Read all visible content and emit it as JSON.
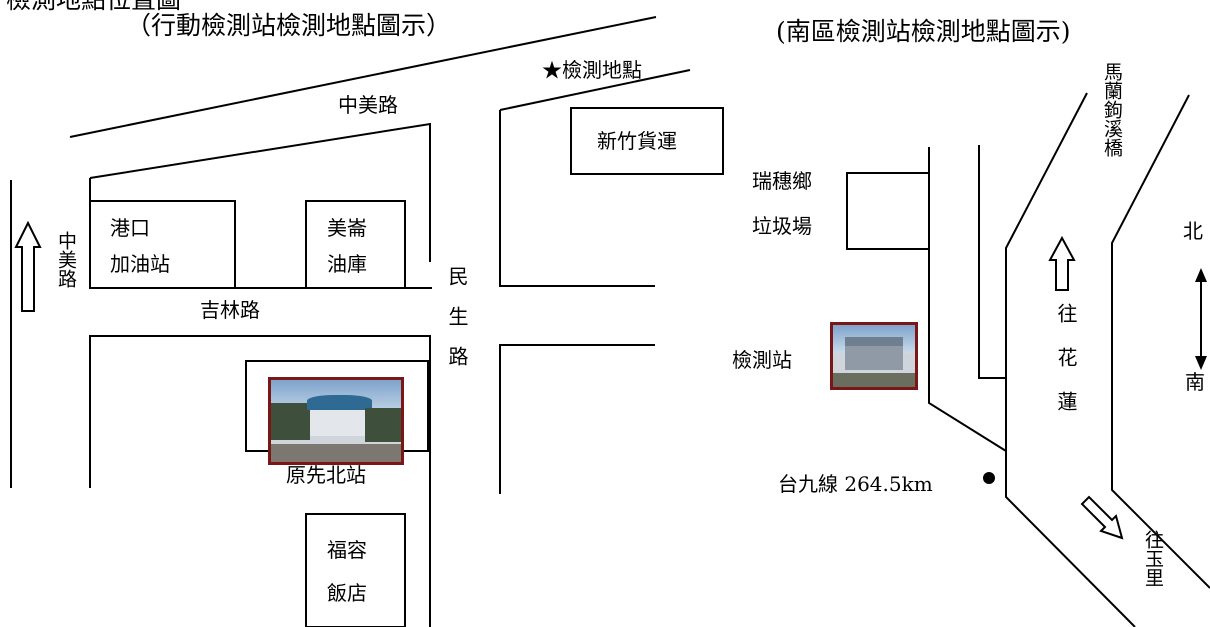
{
  "header": {
    "cut_title": "檢測地點位置圖"
  },
  "left_map": {
    "title": "（行動檢測站檢測地點圖示）",
    "marker_label": "★檢測地點",
    "roads": {
      "zhongmei_top": "中美路",
      "zhongmei_side": "中美路",
      "jilin": "吉林路",
      "minsheng": "民生路"
    },
    "places": {
      "xinzhu_freight": "新竹貨運",
      "gangkou_line1": "港口",
      "gangkou_line2": "加油站",
      "meilun_line1": "美崙",
      "meilun_line2": "油庫",
      "original_station": "原先北站",
      "furong_line1": "福容",
      "furong_line2": "飯店"
    }
  },
  "right_map": {
    "title": "(南區檢測站檢測地點圖示)",
    "bridge": "馬蘭鉤溪橋",
    "landfill_line1": "瑞穗鄉",
    "landfill_line2": "垃圾場",
    "station": "檢測站",
    "to_hualien": "往花蓮",
    "to_yuli": "往玉里",
    "milestone": "台九線 264.5km",
    "compass_north": "北",
    "compass_south": "南"
  },
  "colors": {
    "line": "#000000",
    "photo_frame": "#7a1616"
  }
}
